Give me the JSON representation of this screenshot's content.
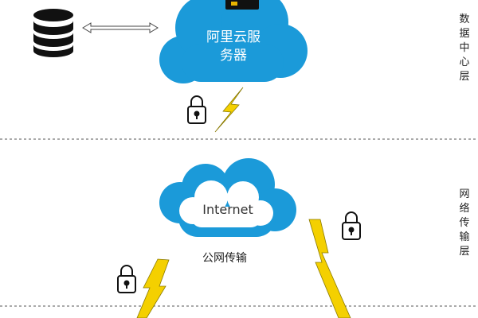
{
  "cloud_top": {
    "line1": "阿里云服",
    "line2": "务器"
  },
  "cloud_mid": {
    "label": "Internet"
  },
  "caption_mid": "公网传输",
  "layers": [
    {
      "label": "数据中心层"
    },
    {
      "label": "网络传输层"
    }
  ],
  "colors": {
    "cloud_blue": "#1b9ad9",
    "lightning_yellow": "#f4d000",
    "divider": "#555555",
    "database": "#111111"
  }
}
